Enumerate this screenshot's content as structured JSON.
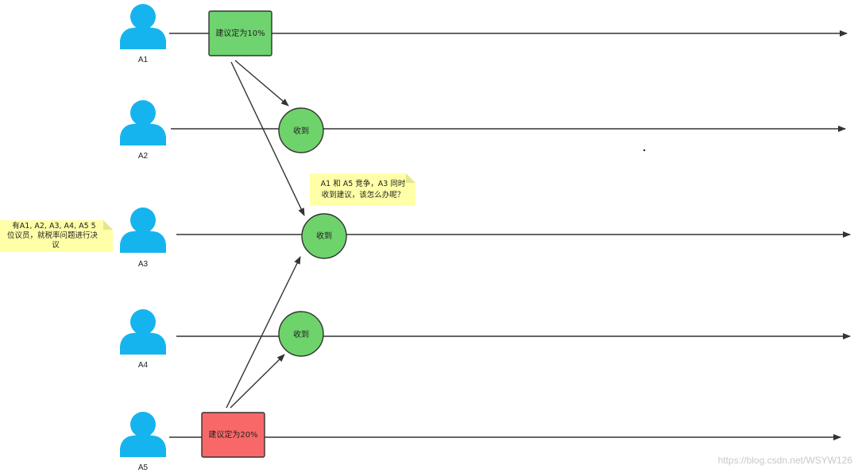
{
  "actors": [
    {
      "id": "A1",
      "label": "A1"
    },
    {
      "id": "A2",
      "label": "A2"
    },
    {
      "id": "A3",
      "label": "A3"
    },
    {
      "id": "A4",
      "label": "A4"
    },
    {
      "id": "A5",
      "label": "A5"
    }
  ],
  "proposals": {
    "a1": {
      "text": "建议定为10%",
      "color": "#6fd36f"
    },
    "a5": {
      "text": "建议定为20%",
      "color": "#f96868"
    }
  },
  "received": {
    "text": "收到",
    "color": "#6dd36a"
  },
  "notes": {
    "left": {
      "lines": [
        "有A1, A2, A3, A4, A5 5",
        "位议员，就税率问题进行决",
        "议"
      ]
    },
    "right": {
      "lines": [
        "A1 和 A5 竞争，A3 同时",
        "收到建议，该怎么办呢？"
      ]
    }
  },
  "colors": {
    "actor": "#16b4ee",
    "note": "#ffffa8",
    "line": "#333333"
  },
  "watermark": "https://blog.csdn.net/WSYW126"
}
